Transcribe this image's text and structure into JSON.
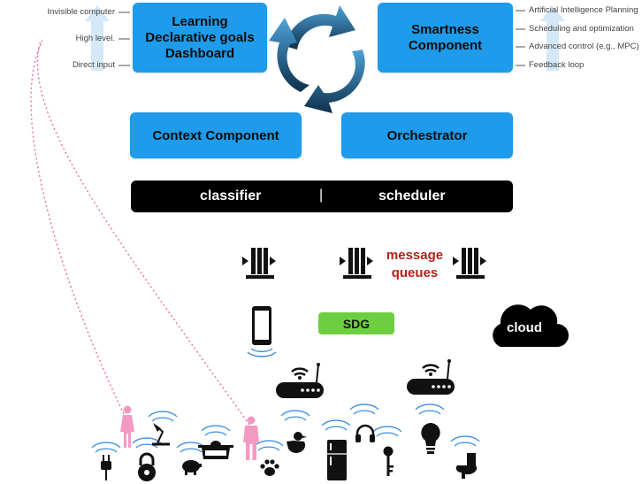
{
  "left_scale": {
    "levels": [
      "Invisible computer",
      "High level.",
      "Direct input"
    ]
  },
  "right_scale": {
    "items": [
      "Artificial Intelligence Planning",
      "Scheduling and optimization",
      "Advanced control (e.g., MPC)",
      "Feedback loop"
    ]
  },
  "boxes": {
    "learning": [
      "Learning",
      "Declarative goals",
      "Dashboard"
    ],
    "smartness": [
      "Smartness",
      "Component"
    ],
    "context": "Context Component",
    "orchestrator": "Orchestrator"
  },
  "bar": {
    "classifier": "classifier",
    "separator": "|",
    "scheduler": "scheduler"
  },
  "message_queues": [
    "message",
    "queues"
  ],
  "sdg_label": "SDG",
  "cloud_label": "cloud",
  "colors": {
    "box_blue": "#1e9bea",
    "queue_label_red": "#b5201c",
    "sdg_green": "#6ccf3f",
    "wifi_blue": "#3d8fe0",
    "person_pink": "#f39ac2",
    "arrow_light_blue": "#d4e8f7"
  },
  "icons": [
    "arrow-cycle-icon",
    "queue-icon",
    "phone-icon",
    "router-icon",
    "cloud-icon",
    "person-icon",
    "lamp-icon",
    "plug-icon",
    "lock-icon",
    "piggy-bank-icon",
    "pot-icon",
    "paw-icon",
    "duck-icon",
    "fridge-icon",
    "headphones-icon",
    "key-icon",
    "light-bulb-icon",
    "toilet-icon",
    "wifi-icon"
  ]
}
